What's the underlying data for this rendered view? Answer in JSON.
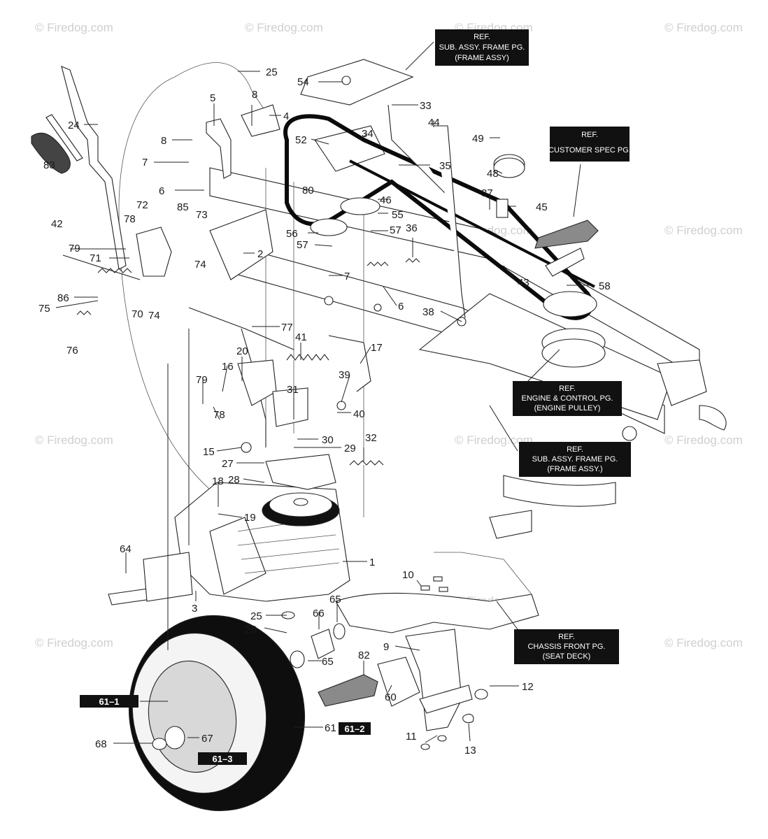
{
  "watermark": "© Firedog.com",
  "ref_boxes": [
    {
      "lines": [
        "REF.",
        "SUB. ASSY. FRAME PG.",
        "(FRAME ASSY)"
      ]
    },
    {
      "lines": [
        "REF.",
        "CUSTOMER SPEC PG."
      ]
    },
    {
      "lines": [
        "REF.",
        "ENGINE & CONTROL PG.",
        "(ENGINE PULLEY)"
      ]
    },
    {
      "lines": [
        "REF.",
        "SUB. ASSY. FRAME PG.",
        "(FRAME ASSY.)"
      ]
    },
    {
      "lines": [
        "REF.",
        "CHASSIS FRONT PG.",
        "(SEAT DECK)"
      ]
    }
  ],
  "tags": [
    "61–1",
    "61–2",
    "61–3"
  ],
  "callouts": [
    "25",
    "54",
    "33",
    "44",
    "49",
    "5",
    "8",
    "4",
    "24",
    "8",
    "52",
    "34",
    "7",
    "35",
    "48",
    "83",
    "6",
    "80",
    "46",
    "37",
    "45",
    "72",
    "85",
    "73",
    "55",
    "78",
    "42",
    "57",
    "56",
    "36",
    "79",
    "2",
    "57",
    "71",
    "74",
    "7",
    "43",
    "58",
    "86",
    "75",
    "70",
    "74",
    "6",
    "76",
    "38",
    "77",
    "41",
    "20",
    "17",
    "16",
    "79",
    "31",
    "39",
    "40",
    "78",
    "30",
    "15",
    "29",
    "32",
    "27",
    "28",
    "18",
    "19",
    "64",
    "1",
    "10",
    "3",
    "65",
    "25",
    "66",
    "26",
    "9",
    "12",
    "82",
    "65",
    "60",
    "11",
    "61",
    "68",
    "67",
    "13"
  ]
}
